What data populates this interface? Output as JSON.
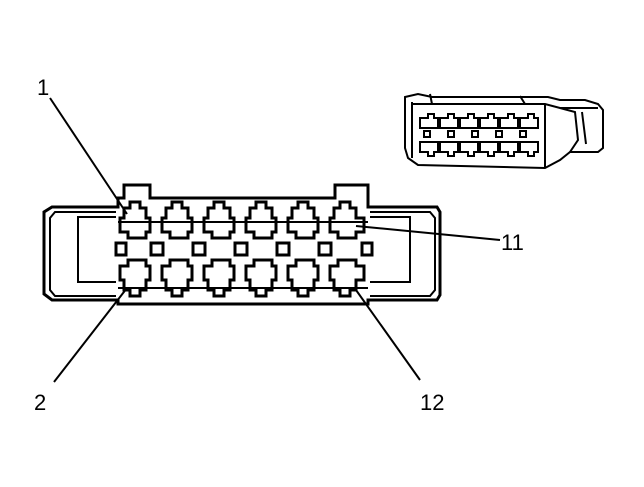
{
  "pin_labels": {
    "pin_1": "1",
    "pin_2": "2",
    "pin_11": "11",
    "pin_12": "12"
  }
}
